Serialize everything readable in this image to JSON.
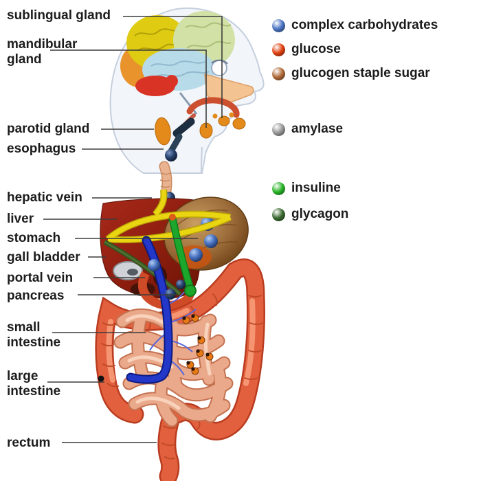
{
  "anatomy_labels": [
    {
      "id": "sublingual-gland",
      "line1": "sublingual gland",
      "line2": ""
    },
    {
      "id": "mandibular-gland",
      "line1": "mandibular",
      "line2": "gland"
    },
    {
      "id": "parotid-gland",
      "line1": "parotid gland",
      "line2": ""
    },
    {
      "id": "esophagus",
      "line1": "esophagus",
      "line2": ""
    },
    {
      "id": "hepatic-vein",
      "line1": "hepatic vein",
      "line2": ""
    },
    {
      "id": "liver",
      "line1": "liver",
      "line2": ""
    },
    {
      "id": "stomach",
      "line1": "stomach",
      "line2": ""
    },
    {
      "id": "gall-bladder",
      "line1": "gall bladder",
      "line2": ""
    },
    {
      "id": "portal-vein",
      "line1": "portal vein",
      "line2": ""
    },
    {
      "id": "pancreas",
      "line1": "pancreas",
      "line2": ""
    },
    {
      "id": "small-intestine",
      "line1": "small",
      "line2": "intestine"
    },
    {
      "id": "large-intestine",
      "line1": "large",
      "line2": "intestine"
    },
    {
      "id": "rectum",
      "line1": "rectum",
      "line2": ""
    }
  ],
  "legend": [
    {
      "label": "complex carbohydrates",
      "color": "#4a74c4"
    },
    {
      "label": "glucose",
      "color": "#e04010"
    },
    {
      "label": "glucogen staple sugar",
      "color": "#b06a38"
    },
    {
      "label": "amylase",
      "color": "#989898"
    },
    {
      "label": "insuline",
      "color": "#28b428"
    },
    {
      "label": "glycagon",
      "color": "#3a6a30"
    }
  ]
}
